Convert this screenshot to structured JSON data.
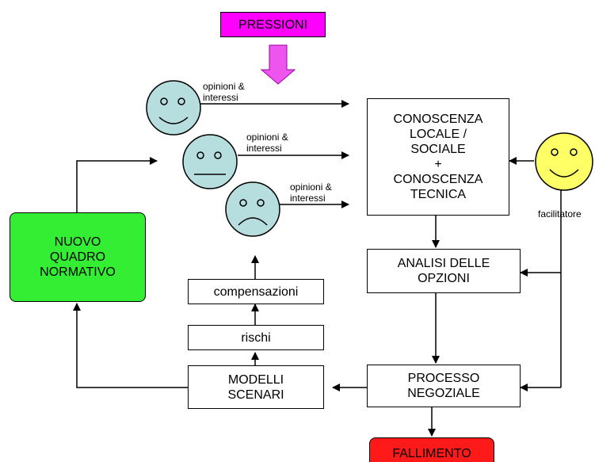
{
  "colors": {
    "pressioni_fill": "#ff00ff",
    "nuovo_fill": "#33ee33",
    "fallimento_fill": "#ff1a1a",
    "face_fill": "#b7dede",
    "facilitator_fill": "#ffff66"
  },
  "diagram": {
    "pressioni": "PRESSIONI",
    "conoscenza": "CONOSCENZA\nLOCALE /\nSOCIALE\n+\nCONOSCENZA\nTECNICA",
    "analisi": "ANALISI DELLE\nOPZIONI",
    "processo": "PROCESSO\nNEGOZIALE",
    "fallimento": "FALLIMENTO",
    "modelli": "MODELLI\nSCENARI",
    "rischi": "rischi",
    "compensazioni": "compensazioni",
    "nuovo": "NUOVO\nQUADRO\nNORMATIVO",
    "facilitatore": "facilitatore",
    "stakeholders": [
      {
        "mood": "happy",
        "label": "opinioni &\ninteressi"
      },
      {
        "mood": "neutral",
        "label": "opinioni &\ninteressi"
      },
      {
        "mood": "sad",
        "label": "opinioni &\ninteressi"
      }
    ],
    "icons": [
      "happy-face-icon",
      "neutral-face-icon",
      "sad-face-icon",
      "facilitator-face-icon",
      "arrow-icon"
    ]
  }
}
